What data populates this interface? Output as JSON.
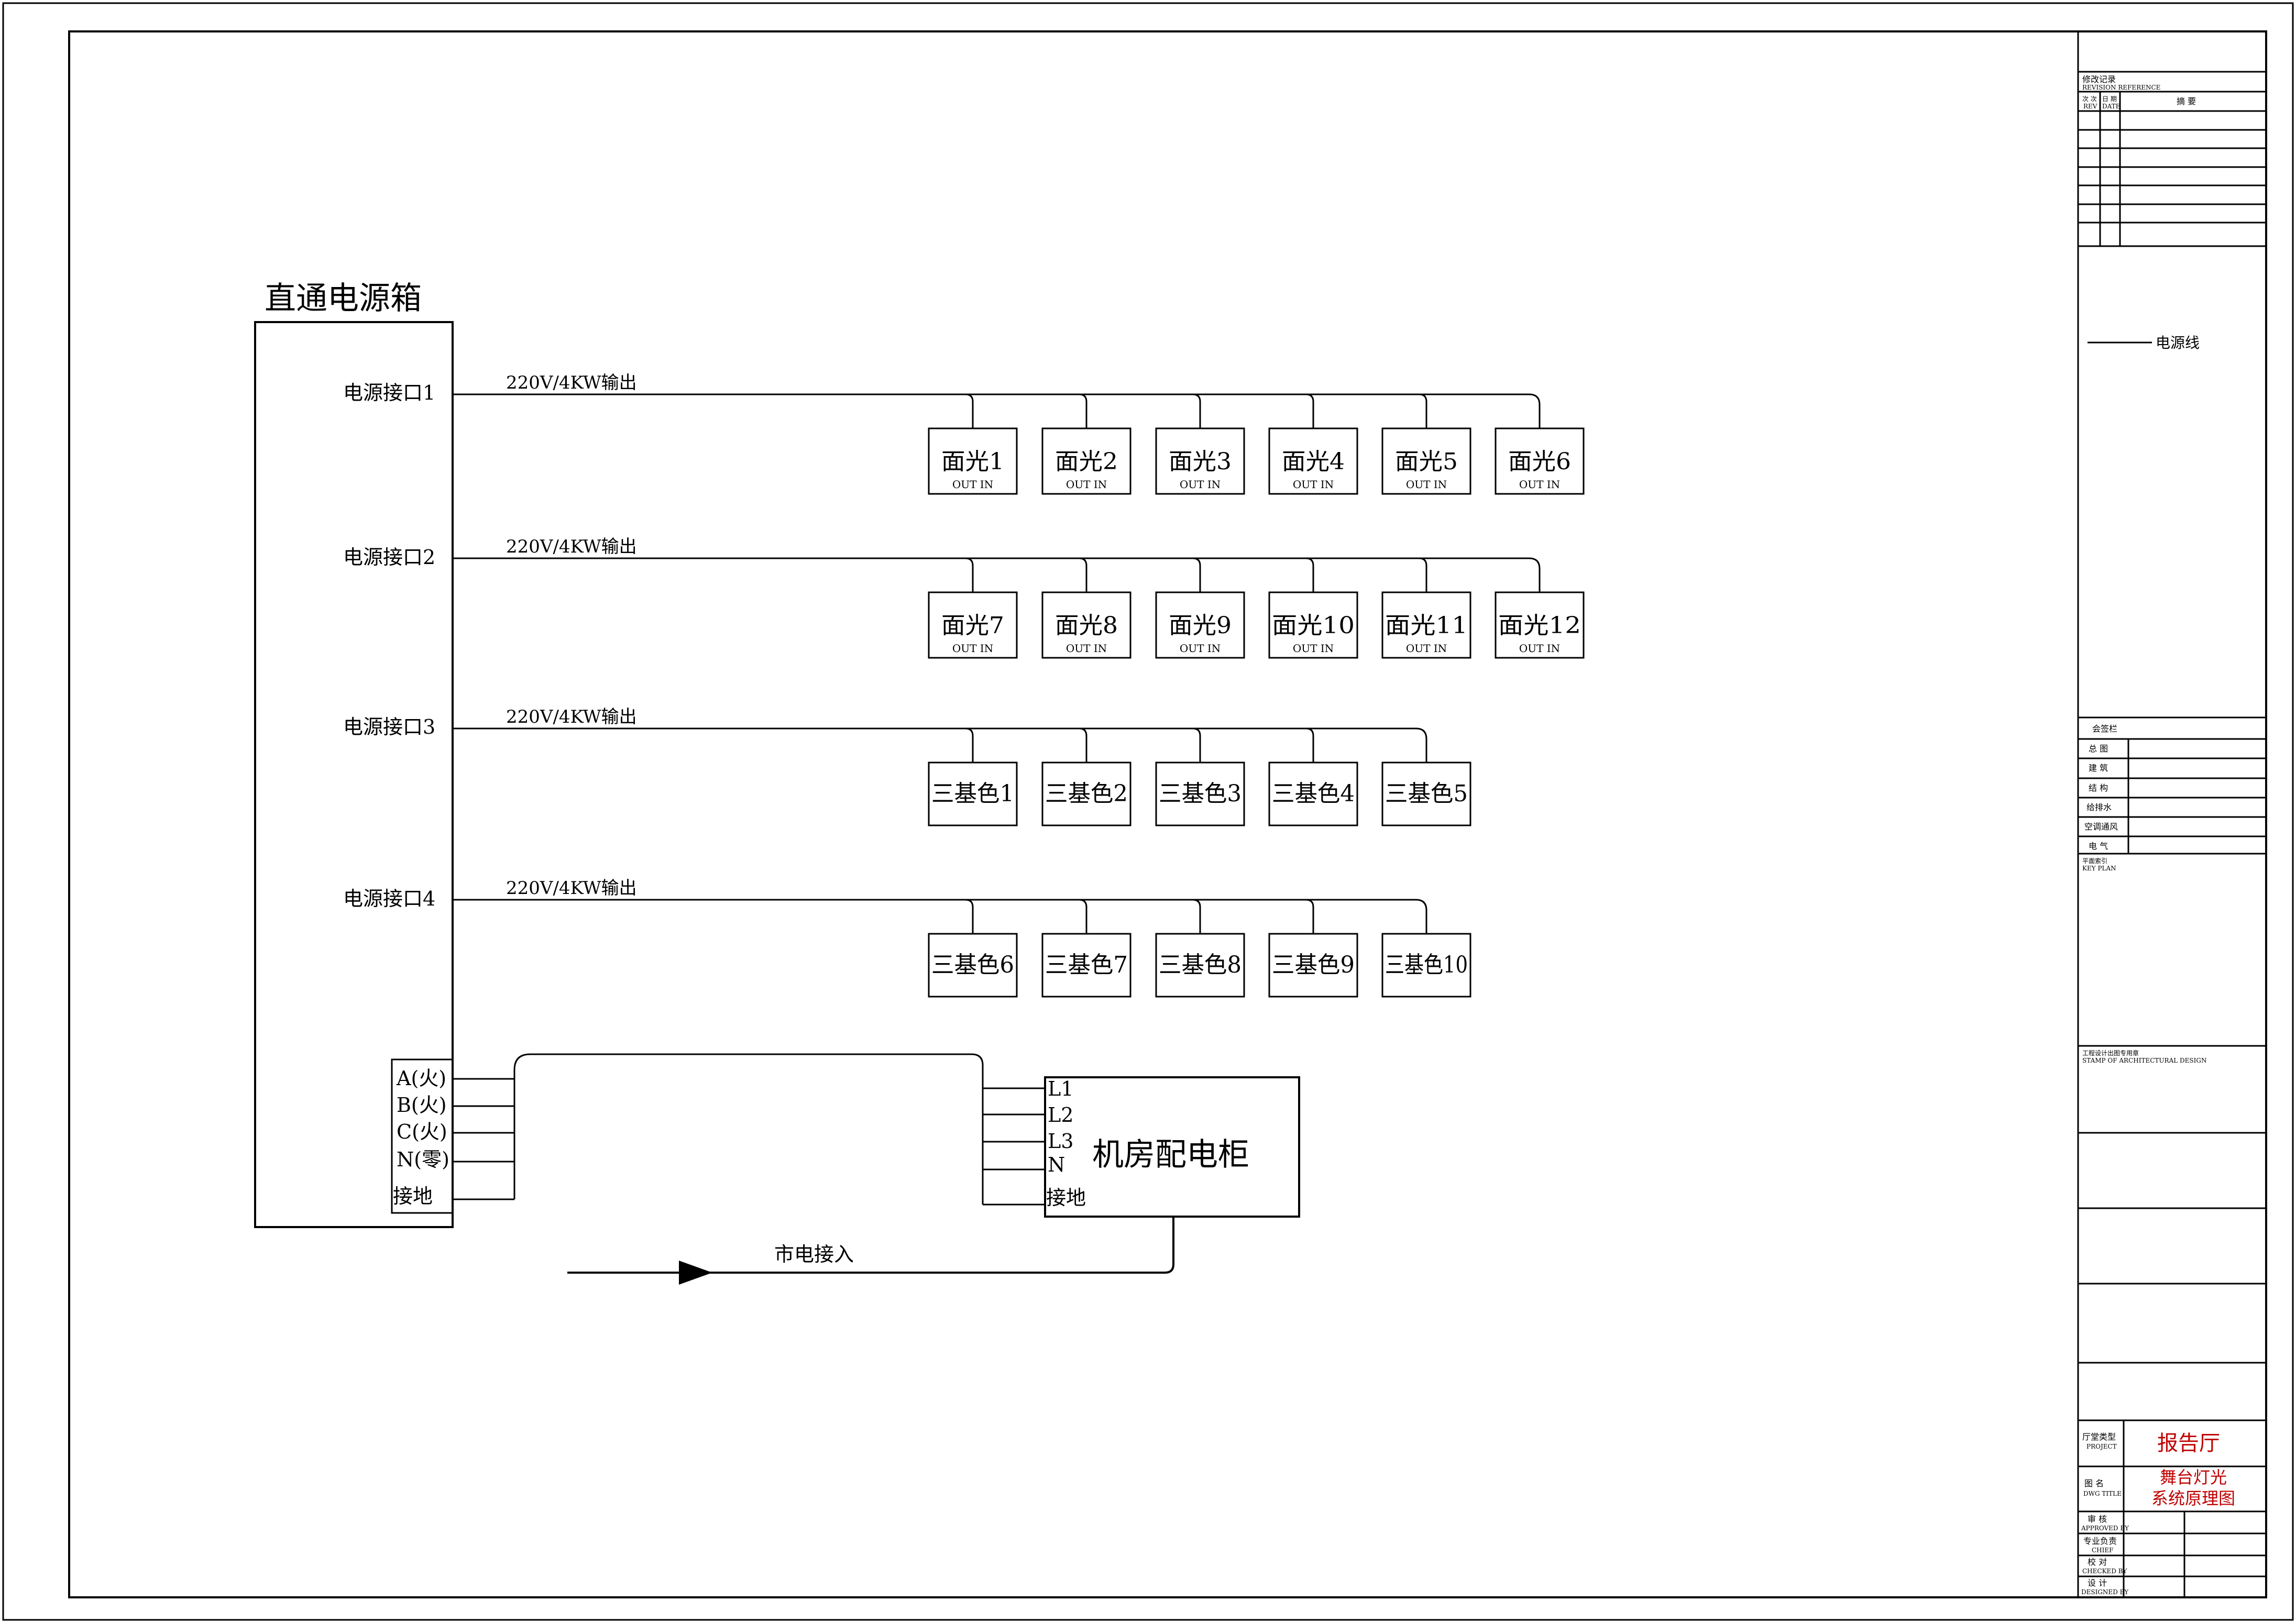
{
  "box": {
    "title": "直通电源箱"
  },
  "ports": [
    {
      "label": "电源接口1",
      "voltage": "220V/4KW输出"
    },
    {
      "label": "电源接口2",
      "voltage": "220V/4KW输出"
    },
    {
      "label": "电源接口3",
      "voltage": "220V/4KW输出"
    },
    {
      "label": "电源接口4",
      "voltage": "220V/4KW输出"
    }
  ],
  "row1": [
    {
      "name": "面光1",
      "sub": "OUT  IN"
    },
    {
      "name": "面光2",
      "sub": "OUT  IN"
    },
    {
      "name": "面光3",
      "sub": "OUT  IN"
    },
    {
      "name": "面光4",
      "sub": "OUT  IN"
    },
    {
      "name": "面光5",
      "sub": "OUT  IN"
    },
    {
      "name": "面光6",
      "sub": "OUT  IN"
    }
  ],
  "row2": [
    {
      "name": "面光7",
      "sub": "OUT  IN"
    },
    {
      "name": "面光8",
      "sub": "OUT  IN"
    },
    {
      "name": "面光9",
      "sub": "OUT  IN"
    },
    {
      "name": "面光10",
      "sub": "OUT  IN"
    },
    {
      "name": "面光11",
      "sub": "OUT  IN"
    },
    {
      "name": "面光12",
      "sub": "OUT  IN"
    }
  ],
  "row3": [
    {
      "name": "三基色1"
    },
    {
      "name": "三基色2"
    },
    {
      "name": "三基色3"
    },
    {
      "name": "三基色4"
    },
    {
      "name": "三基色5"
    }
  ],
  "row4": [
    {
      "name": "三基色6"
    },
    {
      "name": "三基色7"
    },
    {
      "name": "三基色8"
    },
    {
      "name": "三基色9"
    },
    {
      "name": "三基色10"
    }
  ],
  "box_terminals": [
    "A(火)",
    "B(火)",
    "C(火)",
    "N(零)",
    "接地"
  ],
  "cabinet": {
    "title": "机房配电柜",
    "terminals": [
      "L1",
      "L2",
      "L3",
      "N",
      "接地"
    ]
  },
  "mains_label": "市电接入",
  "title_block": {
    "revision_title": "修改记录",
    "revision_title_en": "REVISION REFERENCE",
    "rev_col1": "次 次",
    "rev_col1_en": "REV",
    "rev_col2": "日 期",
    "rev_col2_en": "DATE",
    "rev_col3": "摘 要",
    "legend_label": "电源线",
    "sign_title": "会签栏",
    "disciplines": [
      "总 图",
      "建 筑",
      "结 构",
      "给排水",
      "空调通风",
      "电 气"
    ],
    "keyplan": "平面索引",
    "keyplan_en": "KEY PLAN",
    "stamp": "工程设计出图专用章",
    "stamp_en": "STAMP OF ARCHITECTURAL DESIGN",
    "project_label": "厅堂类型",
    "project_label_en": "PROJECT",
    "project_name": "报告厅",
    "drawing_label": "图 名",
    "drawing_label_en": "DWG TITLE",
    "drawing_title_line1": "舞台灯光",
    "drawing_title_line2": "系统原理图",
    "approvals": [
      {
        "cn": "审 核",
        "en": "APPROVED BY"
      },
      {
        "cn": "专业负责",
        "en": "CHIEF"
      },
      {
        "cn": "校 对",
        "en": "CHECKED BY"
      },
      {
        "cn": "设 计",
        "en": "DESIGNED BY"
      }
    ]
  }
}
